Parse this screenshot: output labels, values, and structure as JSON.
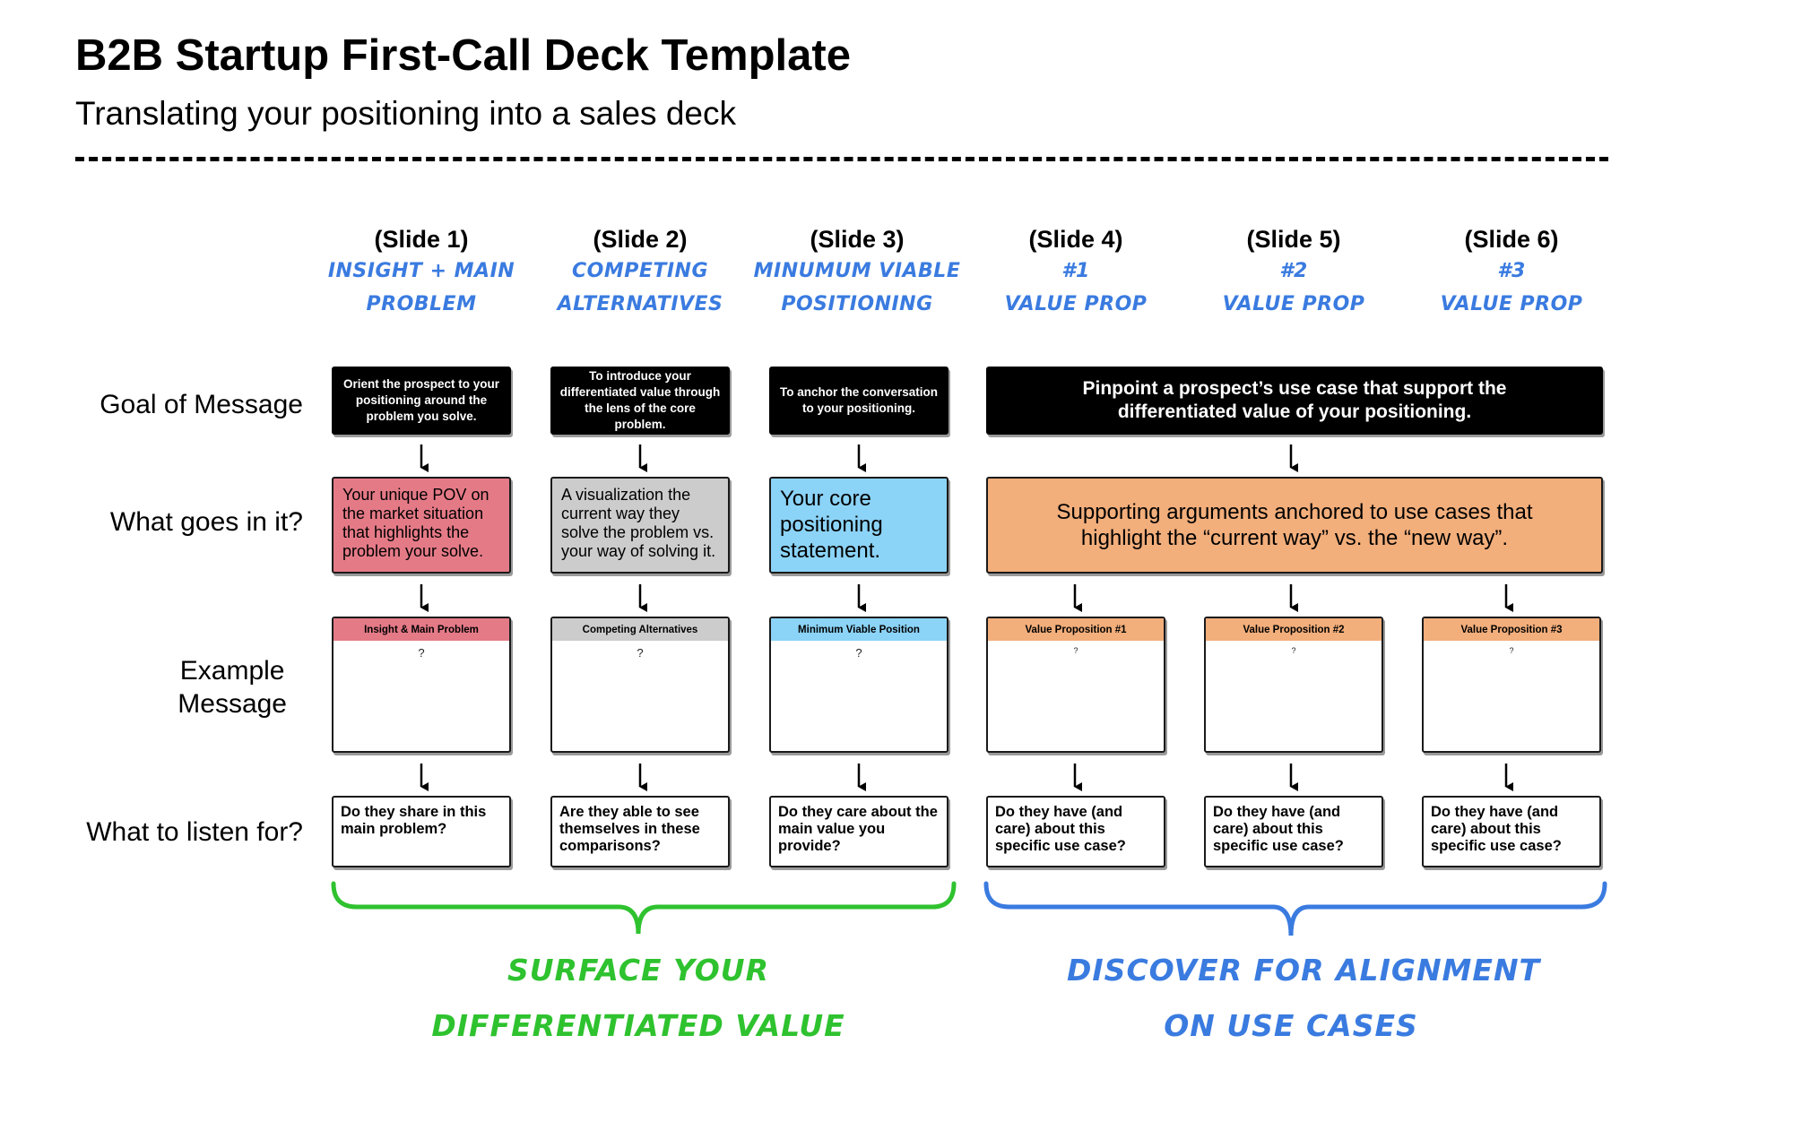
{
  "title": "B2B Startup First-Call Deck Template",
  "subtitle": "Translating your positioning into a sales deck",
  "colors": {
    "pink": "#e57a87",
    "gray": "#cccccc",
    "blue": "#8bd3f7",
    "orange": "#f2ae7b",
    "green_accent": "#2fc22f",
    "blue_accent": "#3a7be0",
    "black": "#000000"
  },
  "row_labels": {
    "goal": "Goal of Message",
    "what": "What goes in it?",
    "example_1": "Example",
    "example_2": "Message",
    "listen": "What to listen for?"
  },
  "slides": [
    {
      "num": "(Slide 1)",
      "name_1": "Insight + Main",
      "name_2": "Problem"
    },
    {
      "num": "(Slide 2)",
      "name_1": "Competing",
      "name_2": "Alternatives"
    },
    {
      "num": "(Slide 3)",
      "name_1": "Minumum Viable",
      "name_2": "Positioning"
    },
    {
      "num": "(Slide 4)",
      "name_1": "#1",
      "name_2": "Value Prop"
    },
    {
      "num": "(Slide 5)",
      "name_1": "#2",
      "name_2": "Value Prop"
    },
    {
      "num": "(Slide 6)",
      "name_1": "#3",
      "name_2": "Value Prop"
    }
  ],
  "goals": [
    "Orient the prospect to your positioning around the problem you solve.",
    "To introduce your differentiated value through the lens of the core problem.",
    "To anchor the conversation to your positioning.",
    "Pinpoint a prospect’s use case that support the differentiated value of your positioning."
  ],
  "what": [
    "Your unique POV on the market situation that highlights the problem your solve.",
    "A visualization the current way they solve the problem vs. your way of solving it.",
    "Your core positioning statement.",
    "Supporting arguments anchored to use cases that highlight the “current way” vs. the “new way”."
  ],
  "examples": [
    {
      "header": "Insight & Main Problem",
      "placeholder": "?"
    },
    {
      "header": "Competing Alternatives",
      "placeholder": "?"
    },
    {
      "header": "Minimum Viable Position",
      "placeholder": "?"
    },
    {
      "header": "Value Proposition #1",
      "placeholder": "?"
    },
    {
      "header": "Value Proposition #2",
      "placeholder": "?"
    },
    {
      "header": "Value Proposition #3",
      "placeholder": "?"
    }
  ],
  "listen": [
    "Do they share in this main problem?",
    "Are they able to see themselves in these comparisons?",
    "Do they care about the main value you provide?",
    "Do they have (and care) about this specific use case?",
    "Do they have (and care) about this specific use case?",
    "Do they have (and care) about this specific use case?"
  ],
  "braces": {
    "left_1": "Surface your",
    "left_2": "differentiated value",
    "right_1": "Discover for alignment",
    "right_2": "on Use Cases"
  }
}
